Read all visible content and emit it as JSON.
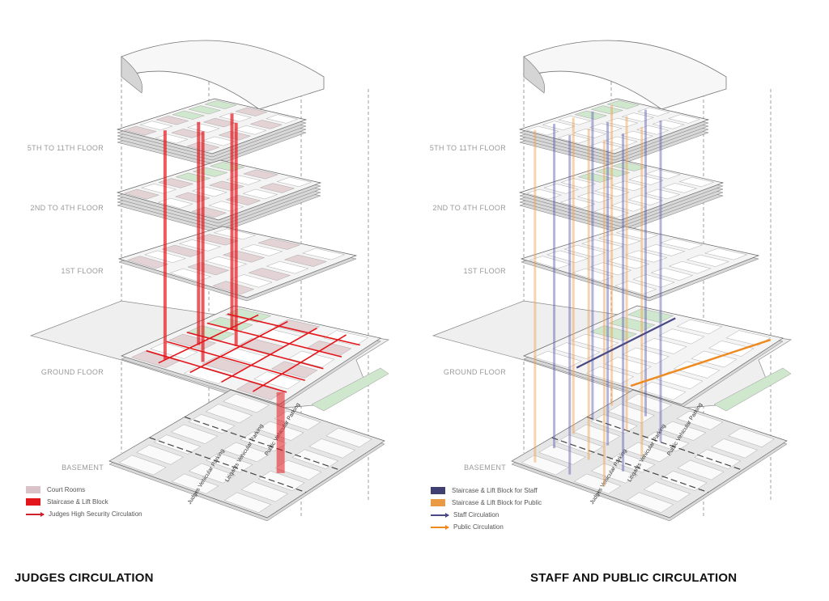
{
  "floor_labels": [
    "5TH TO 11TH FLOOR",
    "2ND TO 4TH FLOOR",
    "1ST FLOOR",
    "GROUND FLOOR",
    "BASEMENT"
  ],
  "parking_labels": [
    "Judges Vehicular Parking",
    "Litigants Vehicular Parking",
    "Public Vehicular Parking"
  ],
  "left": {
    "title": "JUDGES CIRCULATION",
    "legend": [
      {
        "label": "Court Rooms",
        "type": "swatch",
        "color": "#d9c3c6"
      },
      {
        "label": "Staircase & Lift Block",
        "type": "swatch",
        "color": "#e3161b"
      },
      {
        "label": "Judges High Security Circulation",
        "type": "line",
        "color": "#d0202a"
      }
    ]
  },
  "right": {
    "title": "STAFF AND PUBLIC CIRCULATION",
    "legend": [
      {
        "label": "Staircase & Lift Block for Staff",
        "type": "swatch",
        "color": "#3f3f72"
      },
      {
        "label": "Staircase & Lift Block for Public",
        "type": "swatch",
        "color": "#e89a45"
      },
      {
        "label": "Staff Circulation",
        "type": "line",
        "color": "#4a4a86"
      },
      {
        "label": "Public Circulation",
        "type": "line",
        "color": "#ee8a20"
      }
    ]
  },
  "colors": {
    "green": "#cfe7cc",
    "floor": "#f4f4f4",
    "edge": "#8a8a8a",
    "judges": "#e3161b",
    "staff": "#5a5ab0",
    "public": "#eea050"
  }
}
